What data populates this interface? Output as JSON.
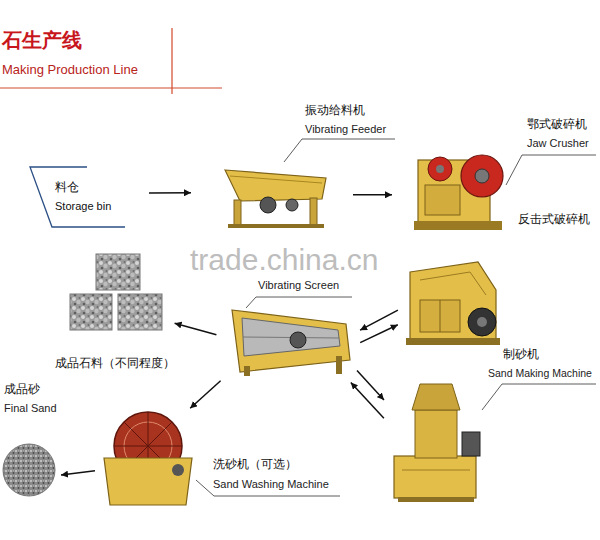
{
  "diagram": {
    "title": "石生产线",
    "nodes": [
      {
        "text": [
          "料仓",
          "Storage bin"
        ]
      },
      {
        "text": [
          "振动给料机",
          "Vibrating Feeder"
        ]
      },
      {
        "text": [
          "鄂式破碎机",
          "Jaw Crusher"
        ]
      },
      {
        "text": [
          "反击式破碎机"
        ]
      },
      {
        "text": [
          "Vibrating Screen"
        ]
      },
      {
        "text": [
          "成品石料（不同程度）"
        ]
      },
      {
        "text": [
          "制砂机",
          "Sand Making Machine"
        ]
      },
      {
        "text": [
          "成品砂",
          "Final Sand"
        ]
      },
      {
        "text": [
          "洗砂机（可选）",
          "Sand Washing Machine"
        ]
      }
    ],
    "edges": [
      {
        "from": 0,
        "to": 1,
        "arrow": "to"
      },
      {
        "from": 1,
        "to": 2,
        "arrow": "to"
      },
      {
        "from": 3,
        "to": 4,
        "arrow": "to"
      },
      {
        "from": 4,
        "to": 3,
        "arrow": "to"
      },
      {
        "from": 4,
        "to": 5,
        "arrow": "to"
      },
      {
        "from": 4,
        "to": 6,
        "arrow": "to"
      },
      {
        "from": 6,
        "to": 4,
        "arrow": "to"
      },
      {
        "from": 4,
        "to": 8,
        "arrow": "to"
      },
      {
        "from": 8,
        "to": 7,
        "arrow": "to"
      }
    ],
    "labels": [
      "Making Production Line",
      "trade.china.cn"
    ]
  }
}
